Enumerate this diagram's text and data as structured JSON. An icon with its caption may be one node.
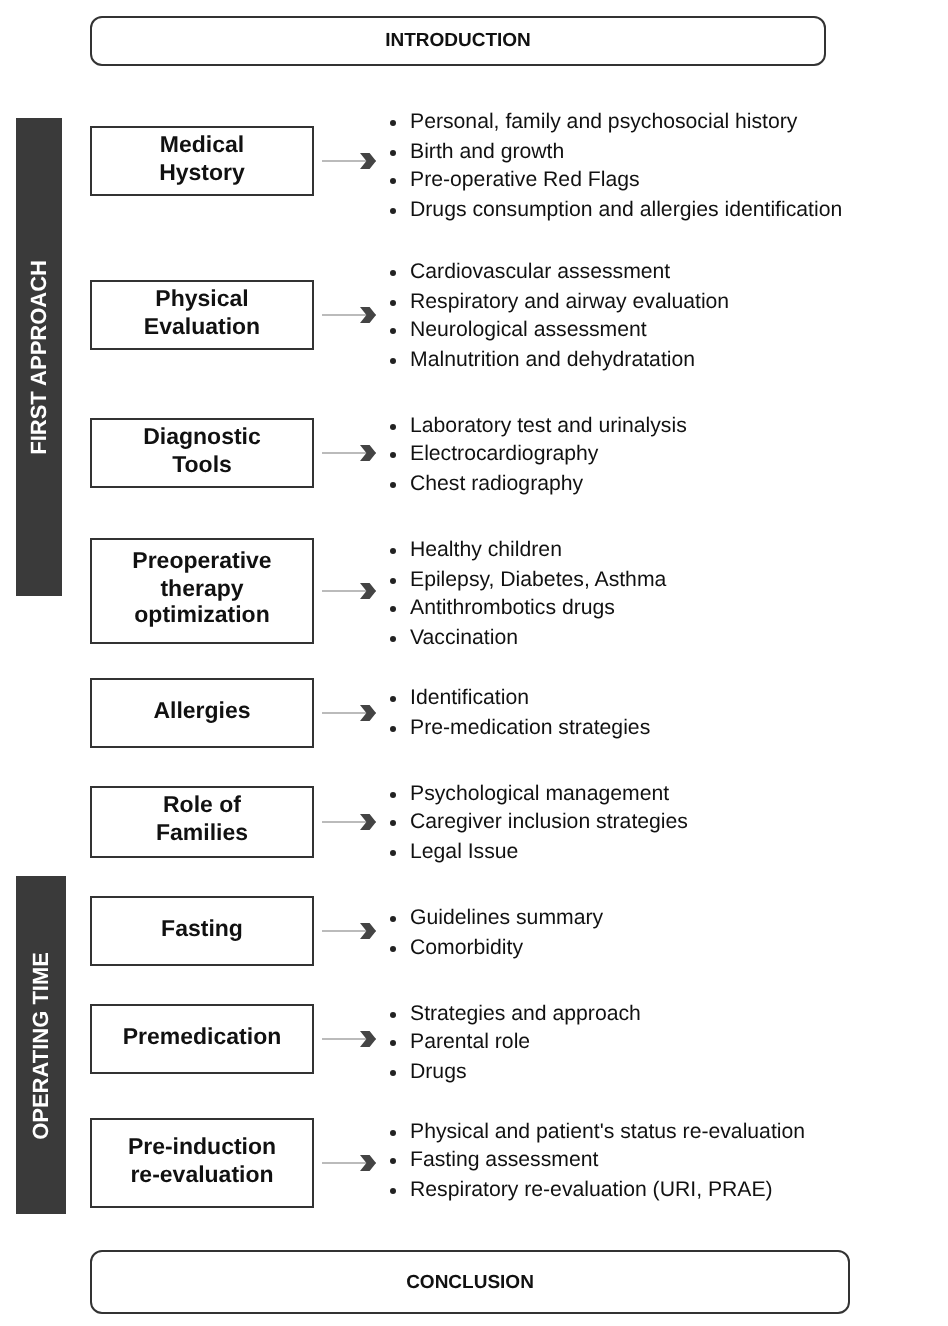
{
  "diagram": {
    "nodes": [
      {
        "text": [
          "INTRODUCTION"
        ]
      },
      {
        "text": [
          "FIRST APPROACH"
        ]
      },
      {
        "text": [
          "Medical Hystory"
        ]
      },
      {
        "text": [
          "Personal, family and psychosocial history",
          "Birth and growth",
          "Pre-operative Red Flags",
          "Drugs consumption and allergies identification"
        ]
      },
      {
        "text": [
          "Physical Evaluation"
        ]
      },
      {
        "text": [
          "Cardiovascular assessment",
          "Respiratory and airway evaluation",
          "Neurological assessment",
          "Malnutrition and dehydratation"
        ]
      },
      {
        "text": [
          "Diagnostic Tools"
        ]
      },
      {
        "text": [
          "Laboratory test and urinalysis",
          "Electrocardiography",
          "Chest radiography"
        ]
      },
      {
        "text": [
          "Preoperative therapy optimization"
        ]
      },
      {
        "text": [
          "Healthy children",
          "Epilepsy, Diabetes, Asthma",
          "Antithrombotics drugs",
          "Vaccination"
        ]
      },
      {
        "text": [
          "Allergies"
        ]
      },
      {
        "text": [
          "Identification",
          "Pre-medication strategies"
        ]
      },
      {
        "text": [
          "Role of Families"
        ]
      },
      {
        "text": [
          "Psychological management",
          "Caregiver inclusion strategies",
          "Legal Issue"
        ]
      },
      {
        "text": [
          "OPERATING TIME"
        ]
      },
      {
        "text": [
          "Fasting"
        ]
      },
      {
        "text": [
          "Guidelines summary",
          "Comorbidity"
        ]
      },
      {
        "text": [
          "Premedication"
        ]
      },
      {
        "text": [
          "Strategies and approach",
          "Parental role",
          "Drugs"
        ]
      },
      {
        "text": [
          "Pre-induction re-evaluation"
        ]
      },
      {
        "text": [
          "Physical and patient's status re-evaluation",
          "Fasting assessment",
          "Respiratory re-evaluation (URI, PRAE)"
        ]
      },
      {
        "text": [
          "CONCLUSION"
        ]
      }
    ],
    "edges": [
      {
        "from": 2,
        "to": 3,
        "arrow": "to"
      },
      {
        "from": 4,
        "to": 5,
        "arrow": "to"
      },
      {
        "from": 6,
        "to": 7,
        "arrow": "to"
      },
      {
        "from": 8,
        "to": 9,
        "arrow": "to"
      },
      {
        "from": 10,
        "to": 11,
        "arrow": "to"
      },
      {
        "from": 12,
        "to": 13,
        "arrow": "to"
      },
      {
        "from": 15,
        "to": 16,
        "arrow": "to"
      },
      {
        "from": 17,
        "to": 18,
        "arrow": "to"
      },
      {
        "from": 19,
        "to": 20,
        "arrow": "to"
      }
    ]
  }
}
